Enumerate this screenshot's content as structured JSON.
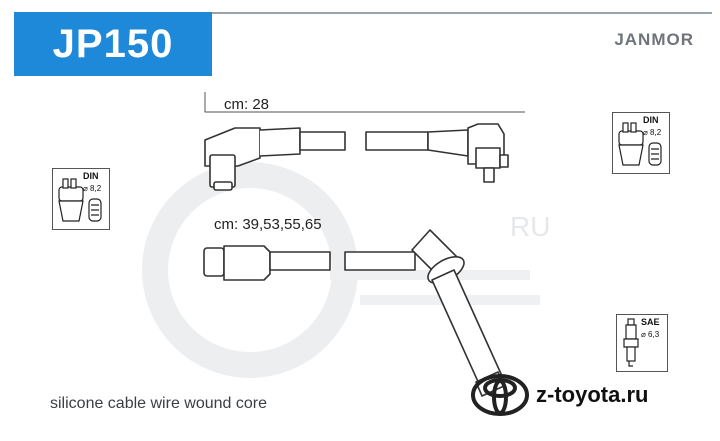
{
  "header": {
    "code": "JP150",
    "brand": "JANMOR"
  },
  "cables": [
    {
      "length_label": "cm: 28"
    },
    {
      "length_label": "cm: 39,53,55,65"
    }
  ],
  "badges": {
    "left_din": {
      "standard": "DIN",
      "diameter": "⌀ 8,2"
    },
    "right_din": {
      "standard": "DIN",
      "diameter": "⌀ 8,2"
    },
    "right_sae": {
      "standard": "SAE",
      "diameter": "⌀ 6,3"
    }
  },
  "footer": {
    "description": "silicone cable wire wound core",
    "site": "z-toyota.ru"
  },
  "watermark": {
    "text": "RU"
  }
}
